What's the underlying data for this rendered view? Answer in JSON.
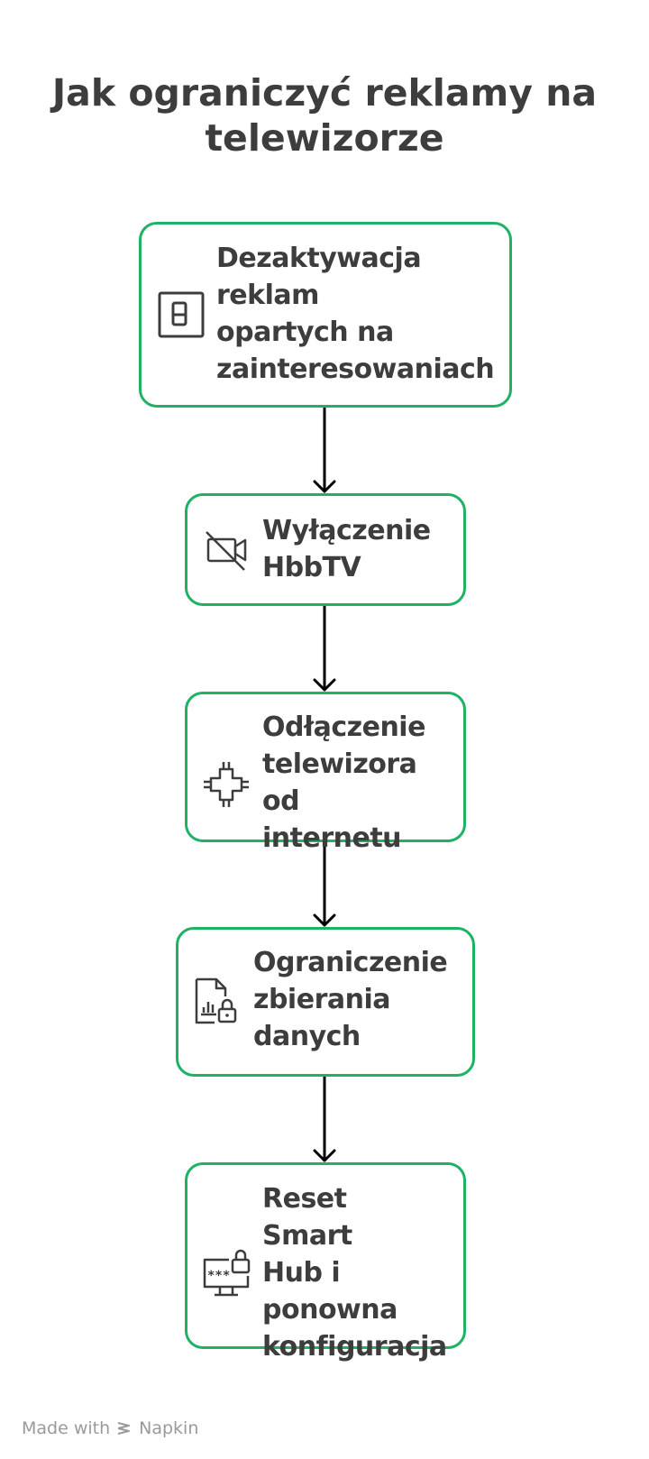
{
  "title": "Jak ograniczyć reklamy na\ntelewizorze",
  "steps": [
    {
      "label": "Dezaktywacja\nreklam\nopartych na\nzainteresowaniach",
      "icon": "light-switch-icon"
    },
    {
      "label": "Wyłączenie\nHbbTV",
      "icon": "video-off-icon"
    },
    {
      "label": "Odłączenie\ntelewizora\nod\ninternetu",
      "icon": "network-node-icon"
    },
    {
      "label": "Ograniczenie\nzbierania\ndanych",
      "icon": "locked-data-file-icon"
    },
    {
      "label": "Reset\nSmart\nHub i\nponowna\nkonfiguracja",
      "icon": "locked-monitor-password-icon"
    }
  ],
  "footer": {
    "prefix": "Made with",
    "brand": "Napkin"
  },
  "colors": {
    "box_border": "#1fb164",
    "text": "#3d3d3d",
    "arrow": "#000000",
    "footer_text": "#9a9a9a"
  }
}
